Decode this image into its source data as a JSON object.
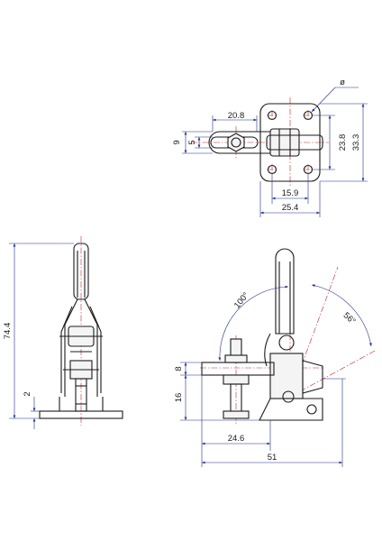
{
  "colors": {
    "part": "#1a1a1a",
    "dimension": "#1f2d8a",
    "centerline": "#c0282c"
  },
  "top_view": {
    "phi": "ø",
    "dim_20_8": "20.8",
    "dim_9": "9",
    "dim_5": "5",
    "dim_23_8": "23.8",
    "dim_33_3": "33.3",
    "dim_15_9": "15.9",
    "dim_25_4": "25.4"
  },
  "side_view": {
    "dim_74_4": "74.4",
    "dim_2": "2"
  },
  "front_view": {
    "angle_100": "100°",
    "angle_56": "56°",
    "dim_8": "8",
    "dim_16": "16",
    "dim_24_6": "24.6",
    "dim_51": "51"
  }
}
